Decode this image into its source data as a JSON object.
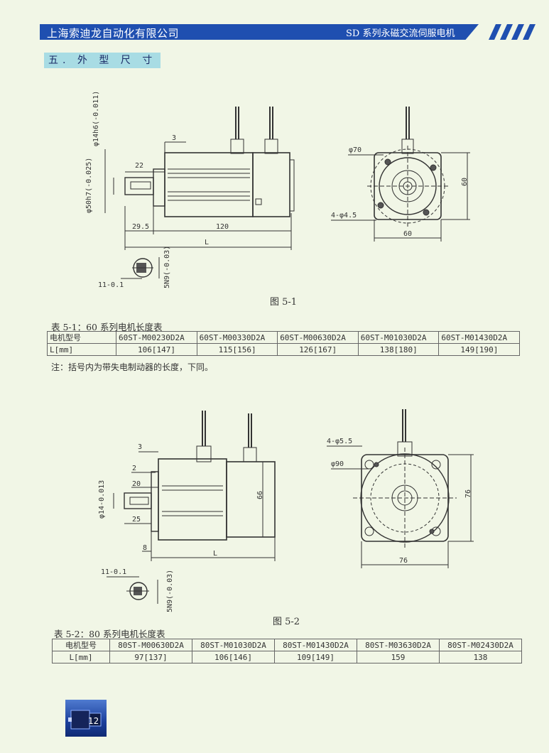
{
  "header": {
    "company": "上海索迪龙自动化有限公司",
    "product": "SD 系列永磁交流伺服电机",
    "color": "#1f4fb0"
  },
  "section_title": "五. 外 型 尺 寸",
  "figure1": {
    "caption": "图 5-1",
    "dims": {
      "shaft_dia": "φ14h6(-0.011)",
      "flange_dia": "φ50h7(-0.025)",
      "d3": "3",
      "d22": "22",
      "d29_5": "29.5",
      "d120": "120",
      "dL": "L",
      "d70": "φ70",
      "d60v": "60",
      "d60h": "60",
      "holes": "4-φ4.5",
      "key11": "11-0.1",
      "key5n9": "5N9(-0.03)"
    }
  },
  "table1": {
    "caption": "表 5-1：60 系列电机长度表",
    "header_label": "电机型号",
    "row_label": "L[mm]",
    "models": [
      "60ST-M00230D2A",
      "60ST-M00330D2A",
      "60ST-M00630D2A",
      "60ST-M01030D2A",
      "60ST-M01430D2A"
    ],
    "lengths": [
      "106[147]",
      "115[156]",
      "126[167]",
      "138[180]",
      "149[190]"
    ],
    "note": "注：括号内为带失电制动器的长度，下同。"
  },
  "figure2": {
    "caption": "图 5-2",
    "dims": {
      "d3": "3",
      "d2": "2",
      "d20": "20",
      "shaft_dia": "φ14-0.013",
      "d25": "25",
      "d8": "8",
      "dL": "L",
      "d66": "66",
      "holes": "4-φ5.5",
      "d90": "φ90",
      "d76v": "76",
      "d76h": "76",
      "key11": "11-0.1",
      "key5n9": "5N9(-0.03)"
    }
  },
  "table2": {
    "caption": "表 5-2：80 系列电机长度表",
    "header_label": "电机型号",
    "row_label": "L[mm]",
    "models": [
      "80ST-M00630D2A",
      "80ST-M01030D2A",
      "80ST-M01430D2A",
      "80ST-M03630D2A",
      "80ST-M02430D2A"
    ],
    "lengths": [
      "97[137]",
      "106[146]",
      "109[149]",
      "159",
      "138"
    ]
  },
  "page_number": "12"
}
